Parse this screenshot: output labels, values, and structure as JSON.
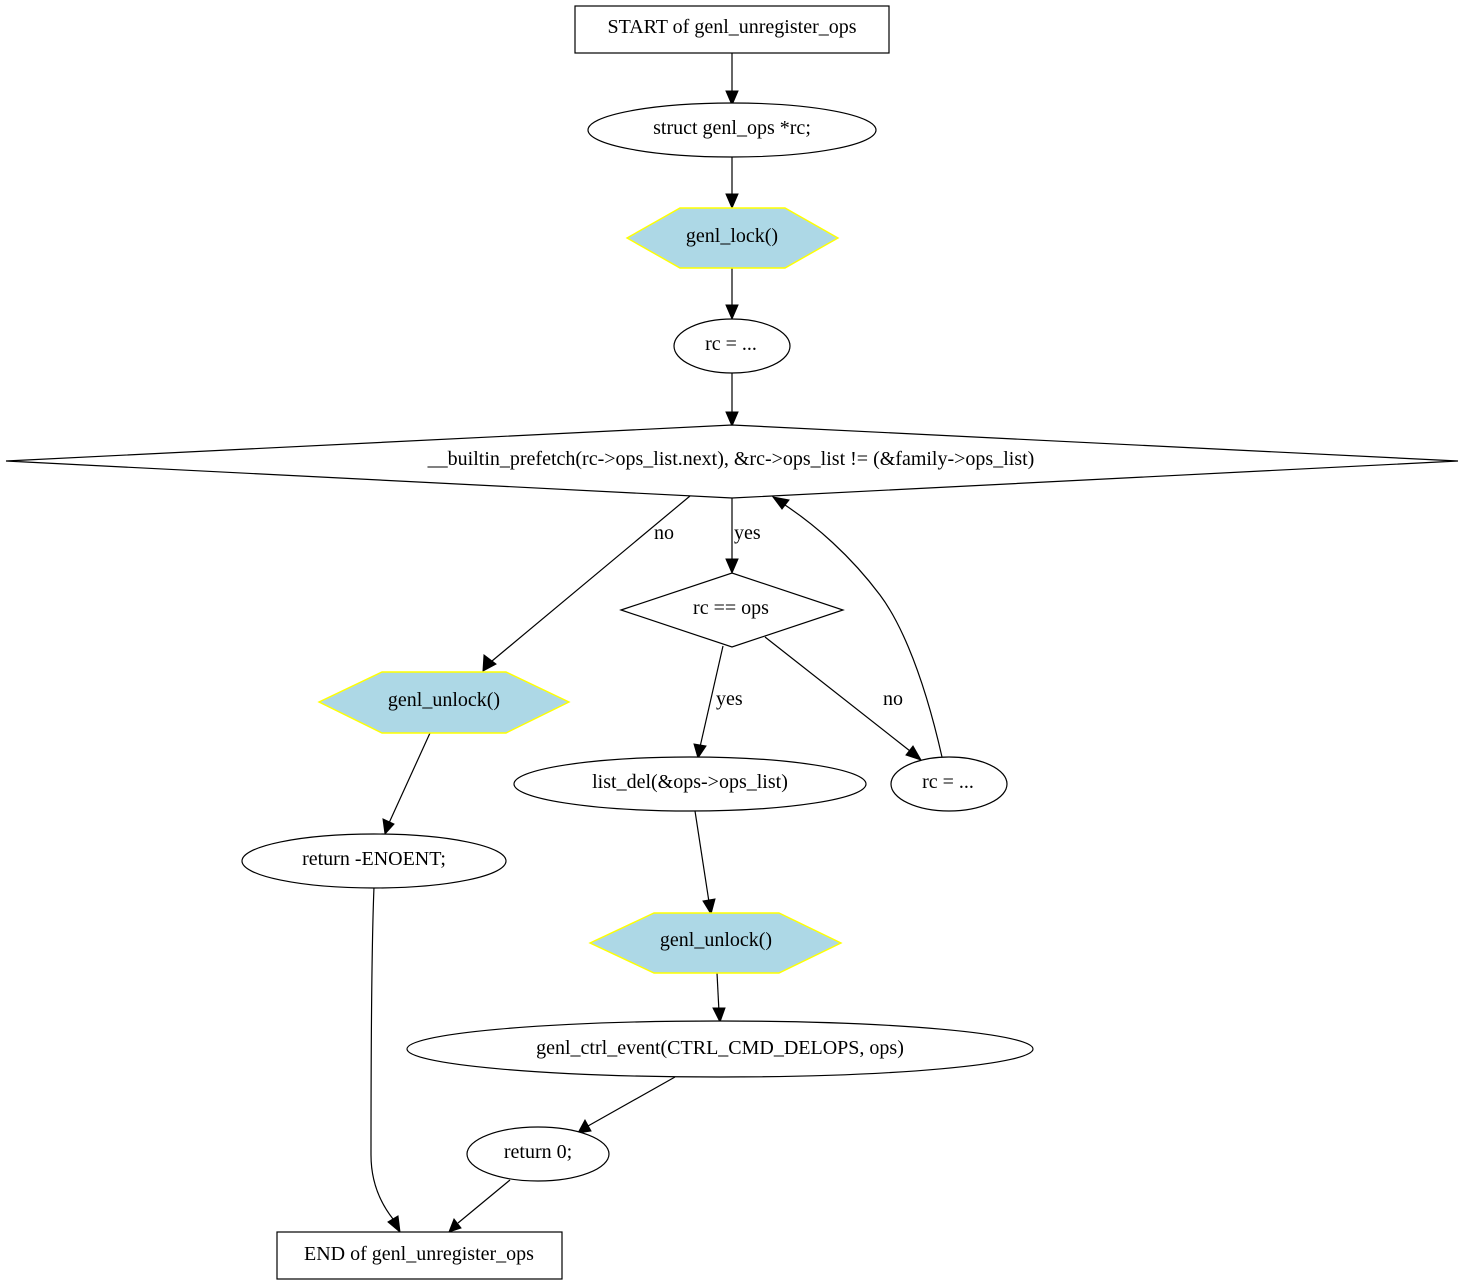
{
  "diagram": {
    "nodes": {
      "start": "START of genl_unregister_ops",
      "decl": "struct genl_ops *rc;",
      "lock": "genl_lock()",
      "rc_init": "rc = ...",
      "loop_cond": "__builtin_prefetch(rc->ops_list.next), &rc->ops_list != (&family->ops_list)",
      "check": "rc == ops",
      "unlock_fail": "genl_unlock()",
      "list_del": "list_del(&ops->ops_list)",
      "rc_next": "rc = ...",
      "ret_enoent": "return -ENOENT;",
      "unlock_ok": "genl_unlock()",
      "ctrl_event": "genl_ctrl_event(CTRL_CMD_DELOPS, ops)",
      "ret_zero": "return 0;",
      "end": "END of genl_unregister_ops"
    },
    "edge_labels": {
      "loop_no": "no",
      "loop_yes": "yes",
      "check_yes": "yes",
      "check_no": "no"
    },
    "colors": {
      "hexagon_fill": "#add8e6",
      "hexagon_stroke": "#ffff00",
      "line": "#000000"
    }
  }
}
